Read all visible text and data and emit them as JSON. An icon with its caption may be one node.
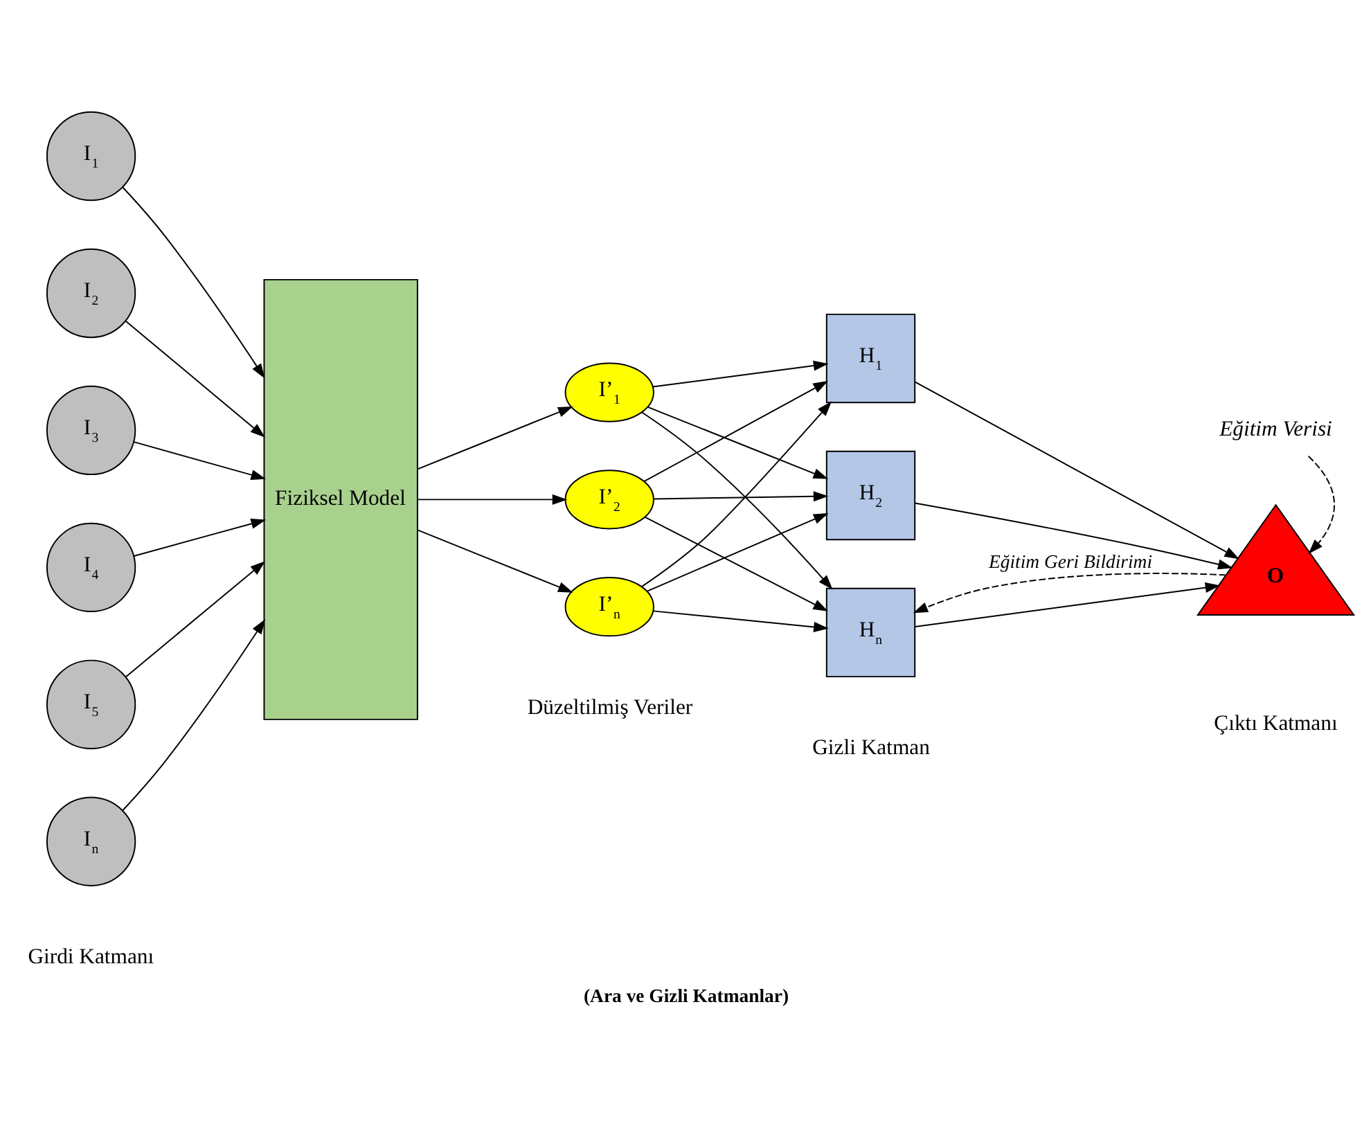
{
  "diagram": {
    "caption": "(Ara ve Gizli Katmanlar)",
    "nodes": [
      {
        "text": [
          "I$_{1}$"
        ]
      },
      {
        "text": [
          "I$_{2}$"
        ]
      },
      {
        "text": [
          "I$_{3}$"
        ]
      },
      {
        "text": [
          "I$_{4}$"
        ]
      },
      {
        "text": [
          "I$_{5}$"
        ]
      },
      {
        "text": [
          "I$_{n}$"
        ]
      },
      {
        "text": [
          "Fiziksel Model"
        ]
      },
      {
        "text": [
          "I’$_{1}$"
        ]
      },
      {
        "text": [
          "I’$_{2}$"
        ]
      },
      {
        "text": [
          "I’$_{n}$"
        ]
      },
      {
        "text": [
          "H$_{1}$"
        ]
      },
      {
        "text": [
          "H$_{2}$"
        ]
      },
      {
        "text": [
          "H$_{n}$"
        ]
      },
      {
        "text": [
          "O"
        ]
      },
      {
        "text": [
          "Eğitim Verisi"
        ]
      }
    ],
    "edges": [
      {
        "from": 0,
        "to": 6,
        "arrow": "to"
      },
      {
        "from": 1,
        "to": 6,
        "arrow": "to"
      },
      {
        "from": 2,
        "to": 6,
        "arrow": "to"
      },
      {
        "from": 3,
        "to": 6,
        "arrow": "to"
      },
      {
        "from": 4,
        "to": 6,
        "arrow": "to"
      },
      {
        "from": 5,
        "to": 6,
        "arrow": "to"
      },
      {
        "from": 6,
        "to": 7,
        "arrow": "to"
      },
      {
        "from": 6,
        "to": 8,
        "arrow": "to"
      },
      {
        "from": 6,
        "to": 9,
        "arrow": "to"
      },
      {
        "from": 7,
        "to": 10,
        "arrow": "to"
      },
      {
        "from": 7,
        "to": 11,
        "arrow": "to"
      },
      {
        "from": 7,
        "to": 12,
        "arrow": "to"
      },
      {
        "from": 8,
        "to": 10,
        "arrow": "to"
      },
      {
        "from": 8,
        "to": 11,
        "arrow": "to"
      },
      {
        "from": 8,
        "to": 12,
        "arrow": "to"
      },
      {
        "from": 9,
        "to": 10,
        "arrow": "to"
      },
      {
        "from": 9,
        "to": 11,
        "arrow": "to"
      },
      {
        "from": 9,
        "to": 12,
        "arrow": "to"
      },
      {
        "from": 10,
        "to": 13,
        "arrow": "to"
      },
      {
        "from": 11,
        "to": 13,
        "arrow": "to"
      },
      {
        "from": 12,
        "to": 13,
        "arrow": "to"
      },
      {
        "from": 14,
        "to": 13,
        "arrow": "to",
        "style": "dashed"
      },
      {
        "from": 13,
        "to": 12,
        "arrow": "to",
        "style": "dashed",
        "label": "Eğitim Geri Bildirimi"
      }
    ],
    "labels": [
      "Girdi Katmanı",
      "Düzeltilmiş Veriler",
      "Gizli Katman",
      "Çıktı Katmanı"
    ]
  }
}
